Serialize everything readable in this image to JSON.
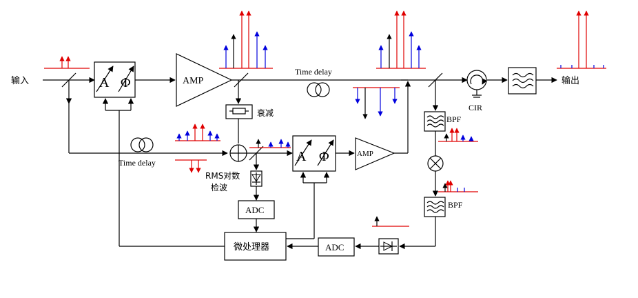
{
  "labels": {
    "input": "输入",
    "output": "输出",
    "amp_main": "AMP",
    "amp_small": "AMP",
    "time_delay_top": "Time delay",
    "time_delay_bottom": "Time delay",
    "attenuation": "衰减",
    "rms_line1": "RMS对数",
    "rms_line2": "检波",
    "adc_1": "ADC",
    "adc_2": "ADC",
    "microprocessor": "微处理器",
    "bpf_1": "BPF",
    "bpf_2": "BPF",
    "cir": "CIR",
    "vm1_a": "A",
    "vm1_phi": "Φ",
    "vm2_a": "A",
    "vm2_phi": "Φ"
  },
  "colors": {
    "red": "#e00000",
    "blue": "#0000dd",
    "black": "#000000"
  }
}
